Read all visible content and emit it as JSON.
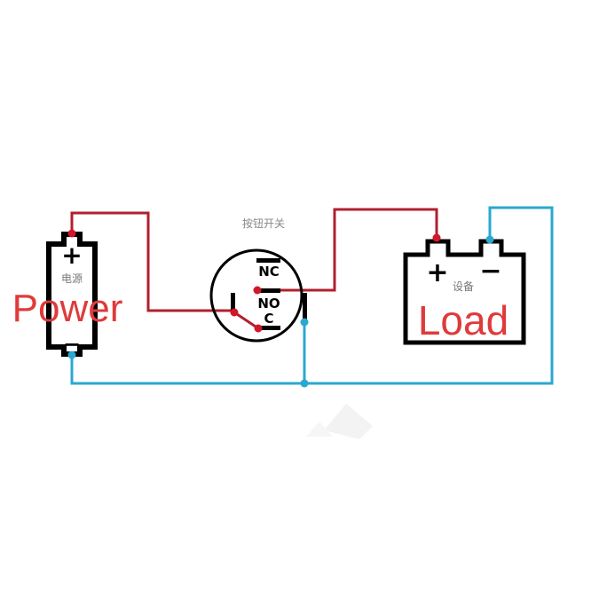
{
  "power": {
    "label_en": "Power",
    "label_zh": "电源",
    "plus": "+",
    "minus": "−"
  },
  "switch": {
    "title": "按钮开关",
    "nc": "NC",
    "no": "NO",
    "c": "C"
  },
  "load": {
    "label_en": "Load",
    "label_zh": "设备",
    "plus": "+",
    "minus": "−"
  },
  "colors": {
    "positive_wire": "#c0202e",
    "negative_wire": "#2aa8d0",
    "label_red": "#e03a3a",
    "outline": "#000000"
  }
}
